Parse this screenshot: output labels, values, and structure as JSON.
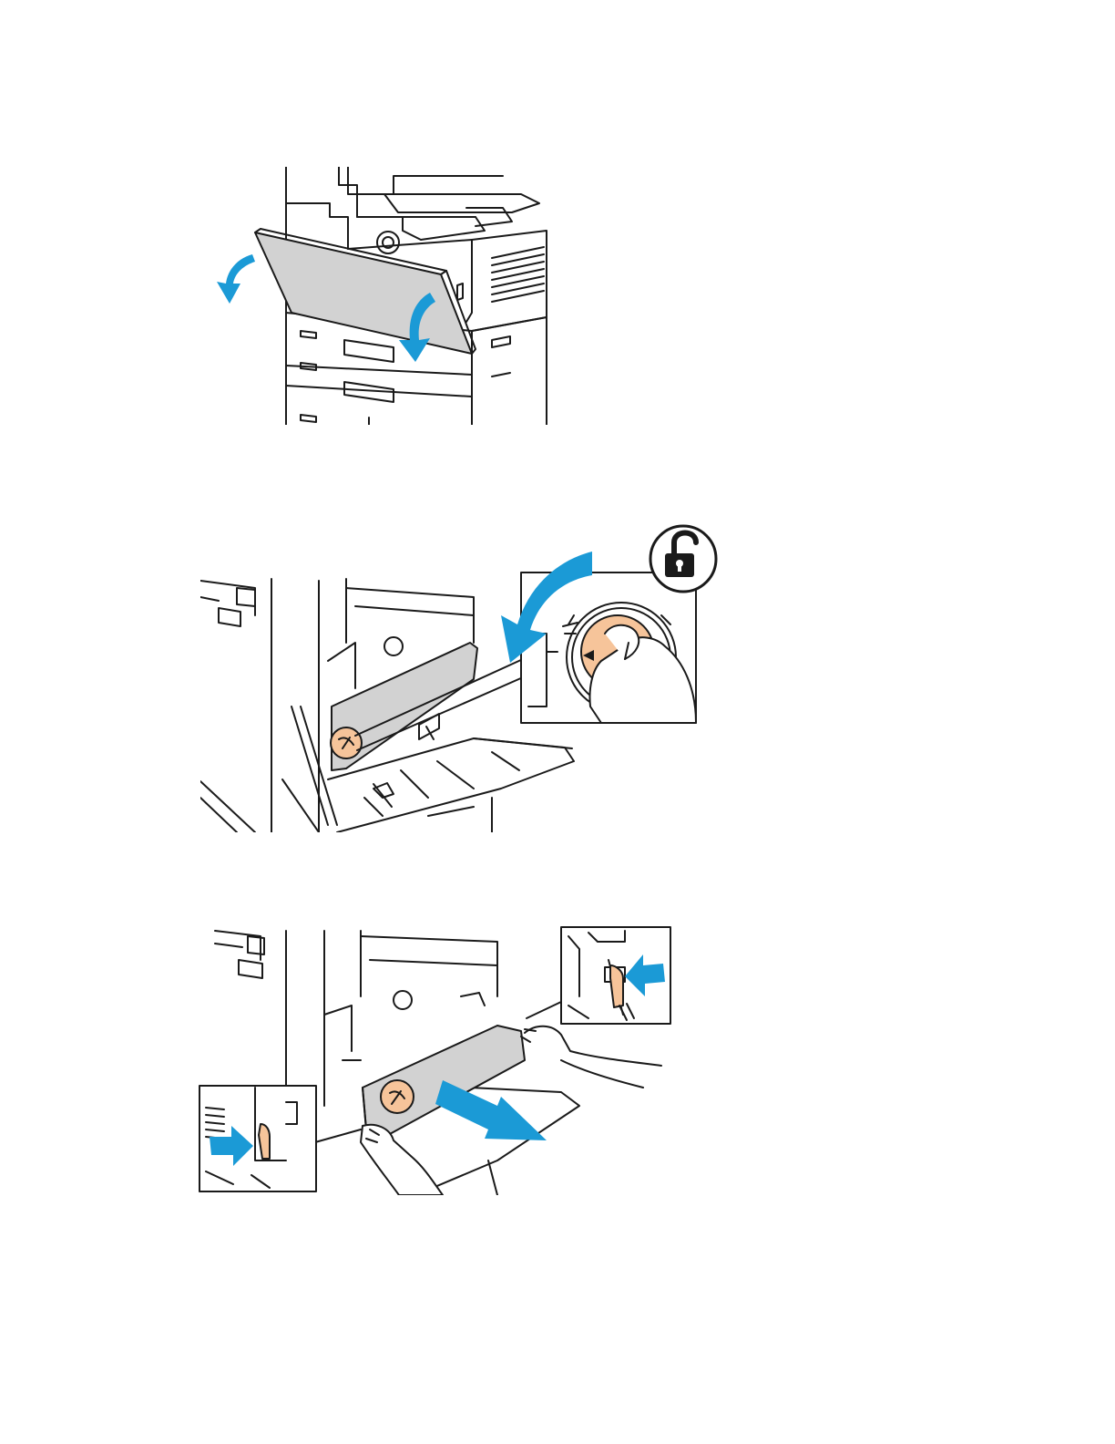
{
  "page": {
    "background": "#ffffff"
  },
  "colors": {
    "arrow_blue": "#1b9ad6",
    "panel_gray": "#d2d2d2",
    "cap_orange": "#f6c49a",
    "line_black": "#1a1a1a"
  },
  "figures": [
    {
      "name": "figure-open-front-door",
      "icons": [
        "curved-arrow-icon",
        "curved-arrow-icon"
      ]
    },
    {
      "name": "figure-unlock-waste-cartridge",
      "icons": [
        "unlock-padlock-icon",
        "rotate-arrow-icon"
      ]
    },
    {
      "name": "figure-remove-waste-cartridge",
      "icons": [
        "push-arrow-icon",
        "push-arrow-icon",
        "pull-arrow-icon"
      ]
    }
  ]
}
